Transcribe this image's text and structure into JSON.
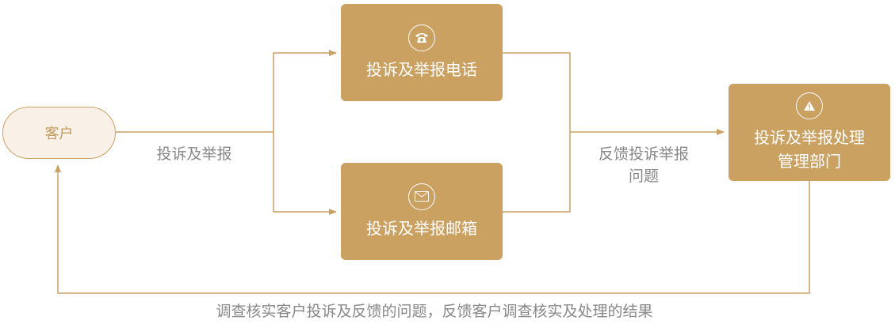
{
  "nodes": {
    "customer": "客户",
    "phone": "投诉及举报电话",
    "mailbox": "投诉及举报邮箱",
    "dept_line1": "投诉及举报处理",
    "dept_line2": "管理部门"
  },
  "edges": {
    "report": "投诉及举报",
    "feedback_line1": "反馈投诉举报",
    "feedback_line2": "问题",
    "result": "调查核实客户投诉及反馈的问题，反馈客户调查核实及处理的结果"
  },
  "colors": {
    "accent": "#CBA162",
    "label": "#888888"
  }
}
